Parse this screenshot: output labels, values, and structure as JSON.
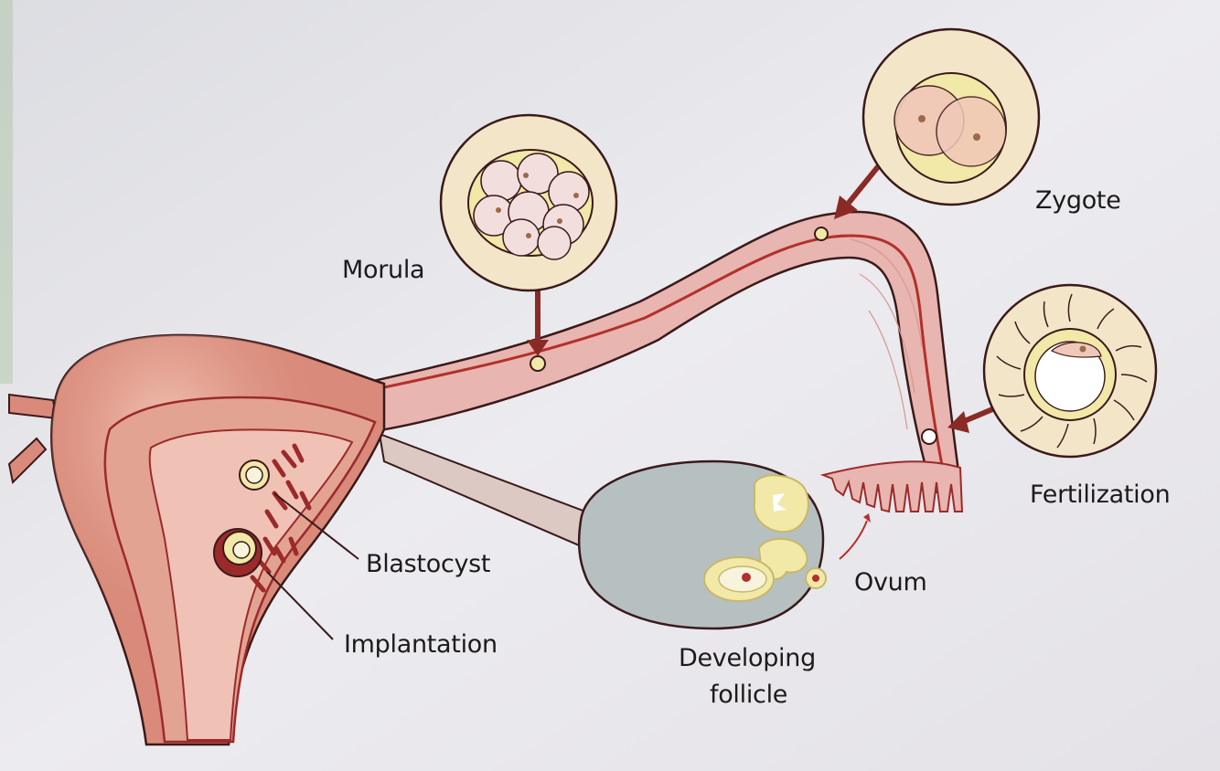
{
  "labels": {
    "morula": "Morula",
    "zygote": "Zygote",
    "fertilization": "Fertilization",
    "blastocyst": "Blastocyst",
    "implantation": "Implantation",
    "ovum": "Ovum",
    "developing_follicle_line1": "Developing",
    "developing_follicle_line2": "follicle"
  },
  "colors": {
    "page_background": "#e9e8ec",
    "uterus_tissue": "#d98a7a",
    "uterus_inner": "#e3a392",
    "uterine_lining": "#9c2a2a",
    "tube_fill": "#e8b5b0",
    "ovary_fill": "#b7c0c0",
    "follicle_yellow": "#f2e8a8",
    "inset_circle": "#f3e6c8",
    "arrow": "#8a2a26",
    "outline": "#3a1a1a"
  }
}
